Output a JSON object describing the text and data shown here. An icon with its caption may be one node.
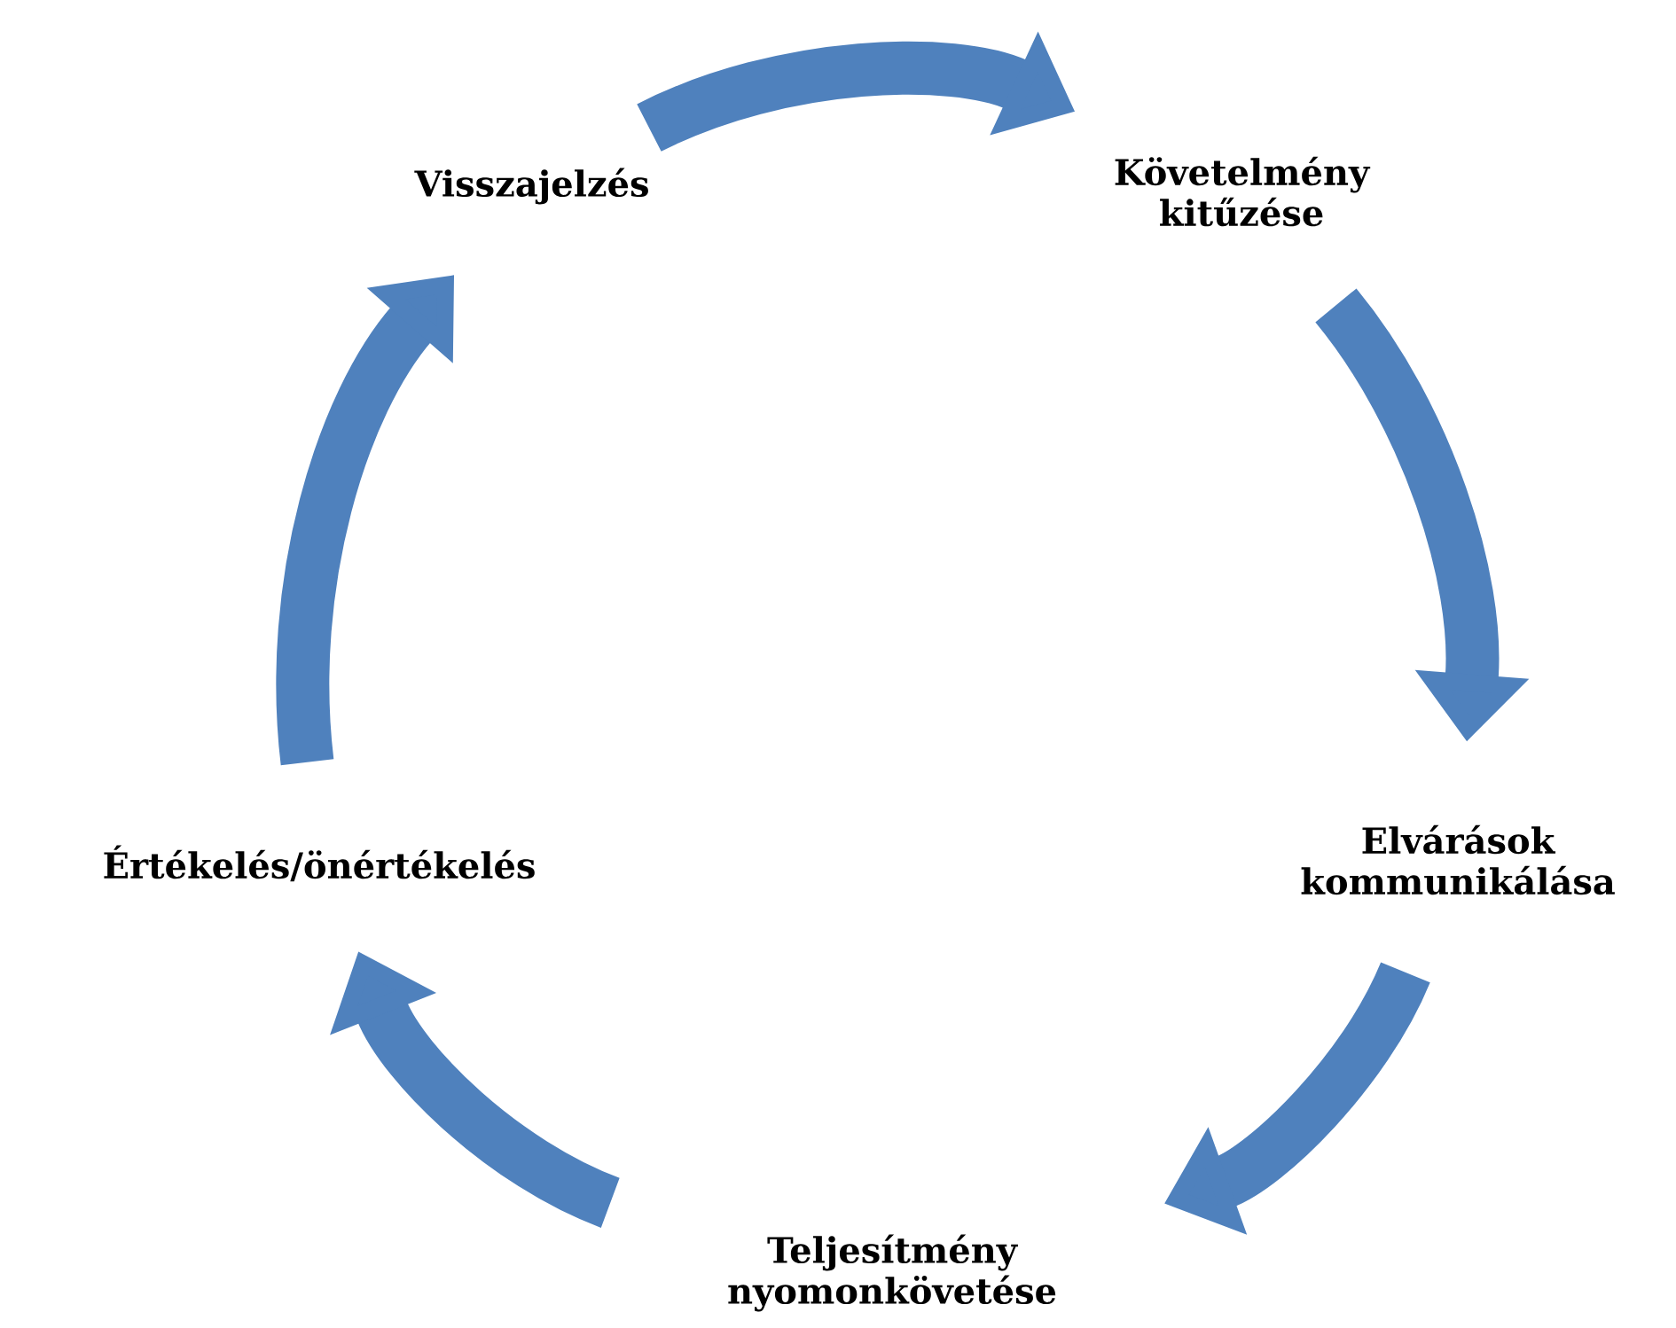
{
  "diagram": {
    "nodes": [
      {
        "text": [
          "Visszajelzés"
        ]
      },
      {
        "text": [
          "Követelmény kitűzése"
        ]
      },
      {
        "text": [
          "Elvárások kommunikálása"
        ]
      },
      {
        "text": [
          "Teljesítmény nyomonkövetése"
        ]
      },
      {
        "text": [
          "Értékelés/önértékelés"
        ]
      }
    ],
    "edges": [
      {
        "from": 0,
        "to": 1,
        "arrow": "to"
      },
      {
        "from": 1,
        "to": 2,
        "arrow": "to"
      },
      {
        "from": 2,
        "to": 3,
        "arrow": "to"
      },
      {
        "from": 3,
        "to": 4,
        "arrow": "to"
      },
      {
        "from": 4,
        "to": 0,
        "arrow": "to"
      }
    ]
  }
}
